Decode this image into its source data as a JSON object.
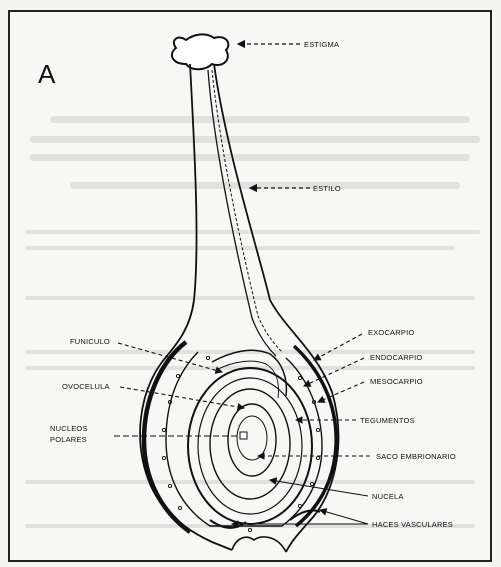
{
  "figure": {
    "panel_letter": "A",
    "labels": {
      "estigma": "ESTIGMA",
      "estilo": "ESTILO",
      "funiculo": "FUNICULO",
      "ovocelula": "OVOCELULA",
      "nucleos_line1": "NUCLEOS",
      "nucleos_line2": "POLARES",
      "exocarpio": "EXOCARPIO",
      "endocarpio": "ENDOCARPIO",
      "mesocarpio": "MESOCARPIO",
      "tegumentos": "TEGUMENTOS",
      "saco_embrionario": "SACO EMBRIONARIO",
      "nucela": "NUCELA",
      "haces_vasculares": "HACES VASCULARES"
    }
  }
}
